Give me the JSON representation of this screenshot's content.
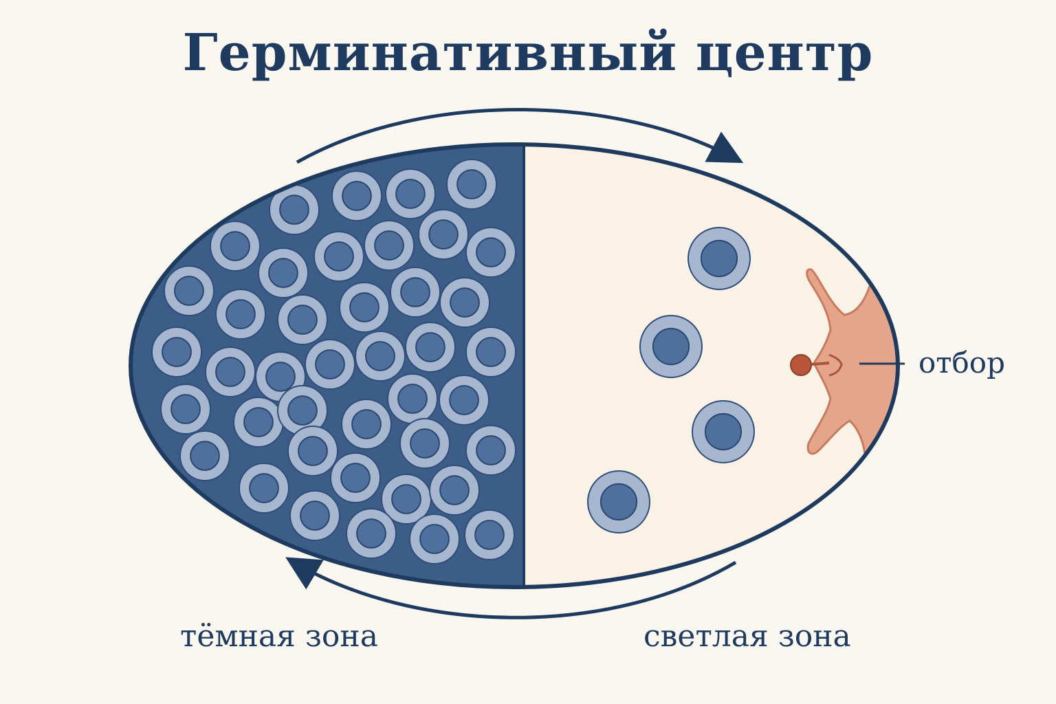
{
  "title": "Герминативный центр",
  "labels": {
    "dark_zone": "тёмная зона",
    "light_zone": "светлая зона",
    "selection": "отбор"
  },
  "colors": {
    "navy": "#1e3a5f",
    "dark_zone_fill": "#3d5d89",
    "cell_outer": "#a7b7d0",
    "cell_nucleus": "#4f6f9c",
    "light_zone_fill": "#faf2e6",
    "fdc_fill": "#e4a58b",
    "fdc_stroke": "#c77a5e",
    "antigen_dot": "#b9563a"
  }
}
